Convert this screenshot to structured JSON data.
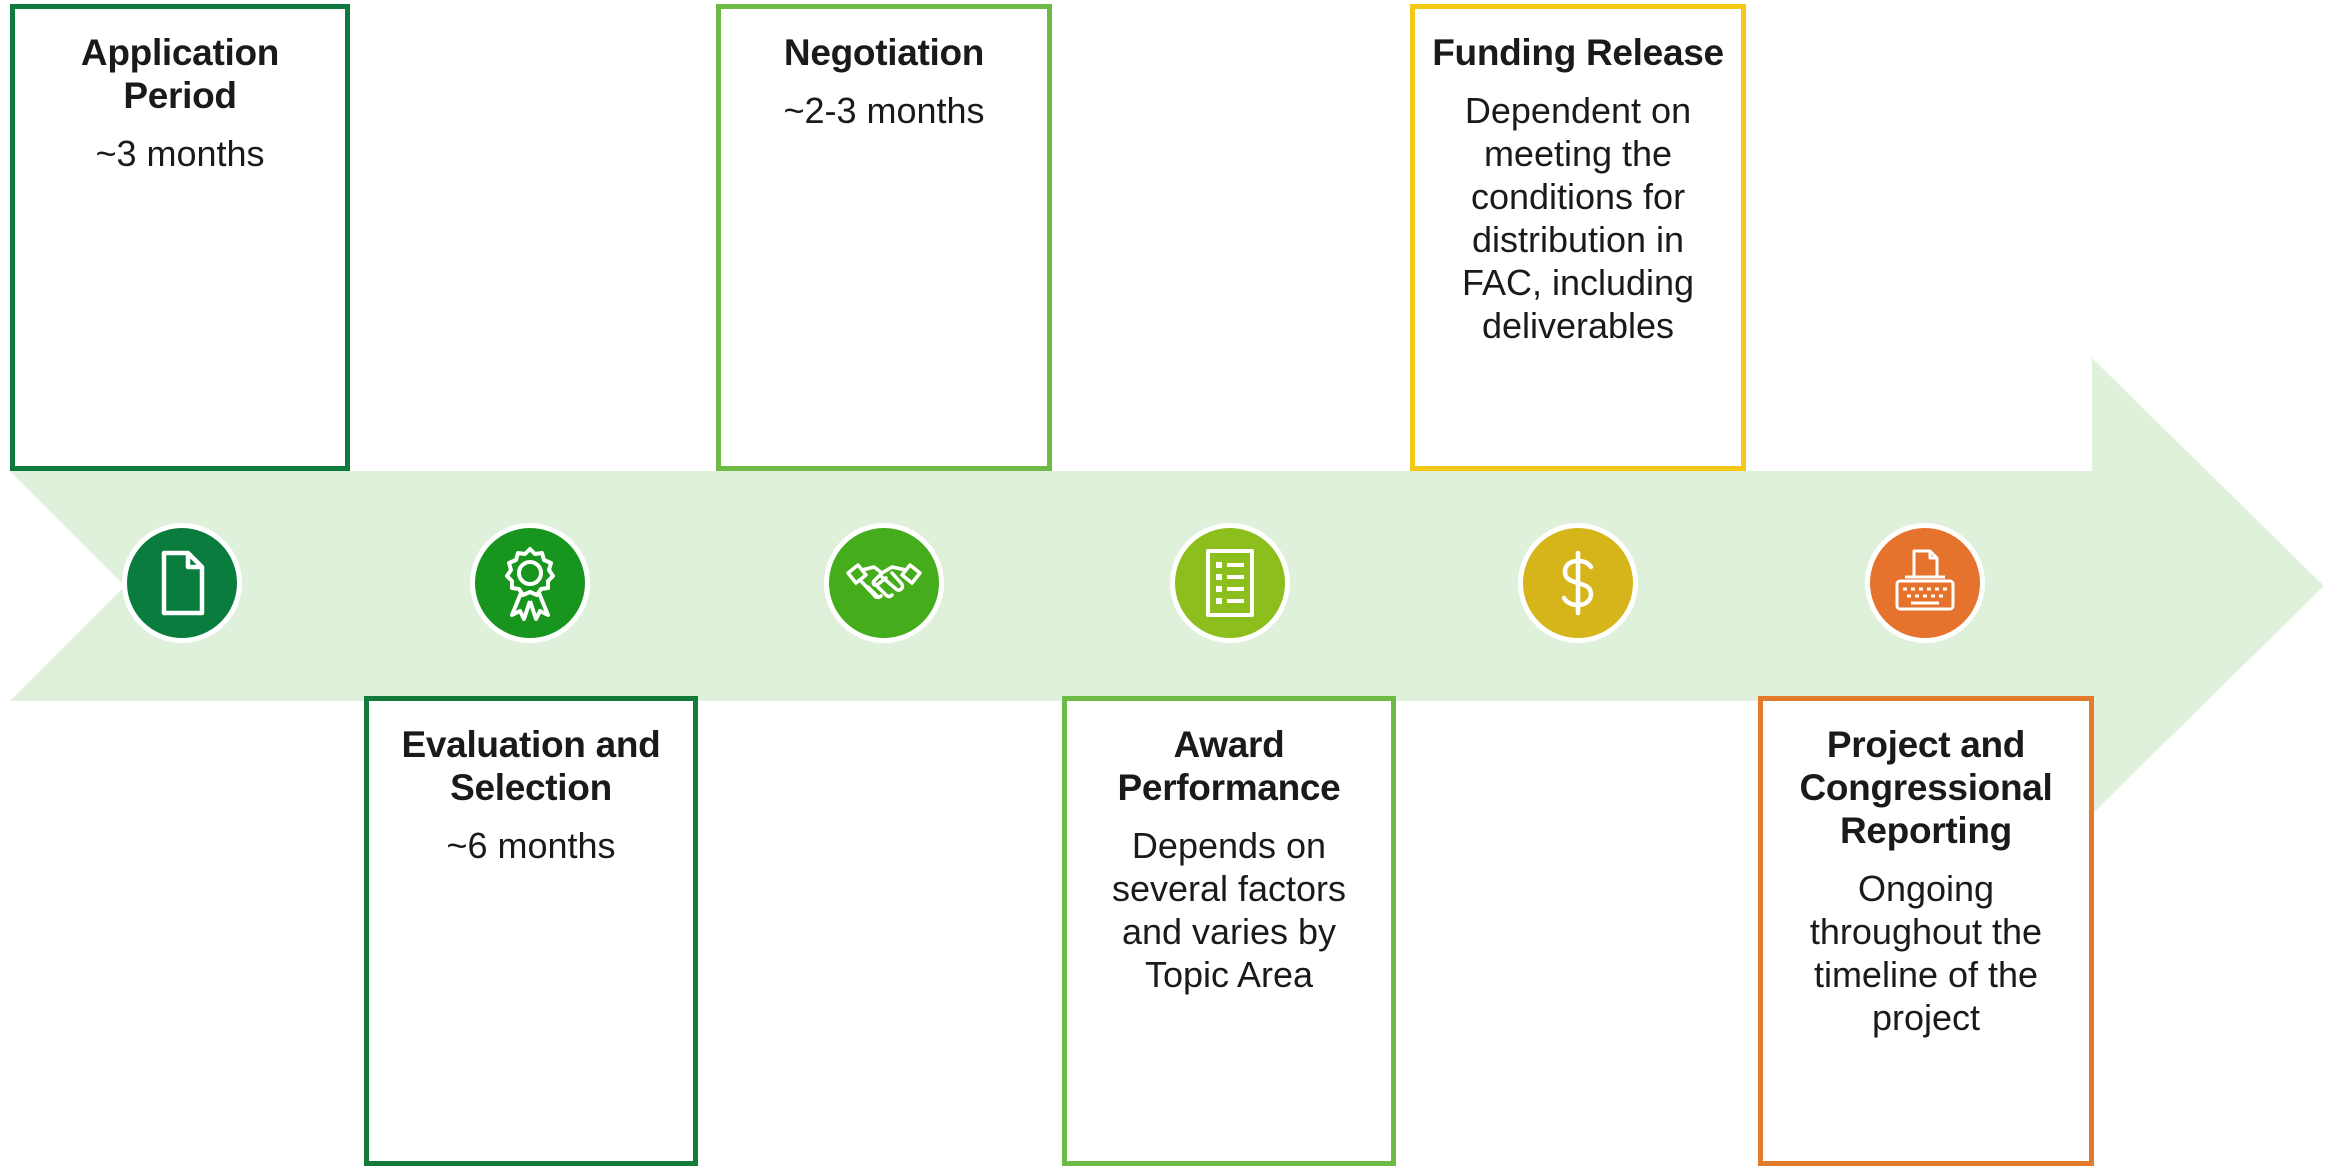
{
  "colors": {
    "arrow": "#e0f1db",
    "white": "#ffffff"
  },
  "stages": [
    {
      "title": "Application Period",
      "description": "~3 months",
      "border_color": "#0e7a3d",
      "icon": "document-icon",
      "icon_color": "#0a7c3e"
    },
    {
      "title": "Evaluation and Selection",
      "description": "~6 months",
      "border_color": "#137a3a",
      "icon": "award-ribbon-icon",
      "icon_color": "#18951e"
    },
    {
      "title": "Negotiation",
      "description": "~2-3 months",
      "border_color": "#6dbb46",
      "icon": "handshake-icon",
      "icon_color": "#45ac1c"
    },
    {
      "title": "Award Performance",
      "description": "Depends on several factors and varies by Topic Area",
      "border_color": "#6dbb46",
      "icon": "checklist-icon",
      "icon_color": "#8cbf1e"
    },
    {
      "title": "Funding Release",
      "description": "Dependent on meeting the conditions for distribution in FAC, including deliverables",
      "border_color": "#f6c714",
      "icon": "dollar-icon",
      "icon_color": "#d6b51b"
    },
    {
      "title": "Project and Congressional Reporting",
      "description": "Ongoing throughout the timeline of the project",
      "border_color": "#e37a2c",
      "icon": "typewriter-icon",
      "icon_color": "#e5722d"
    }
  ]
}
